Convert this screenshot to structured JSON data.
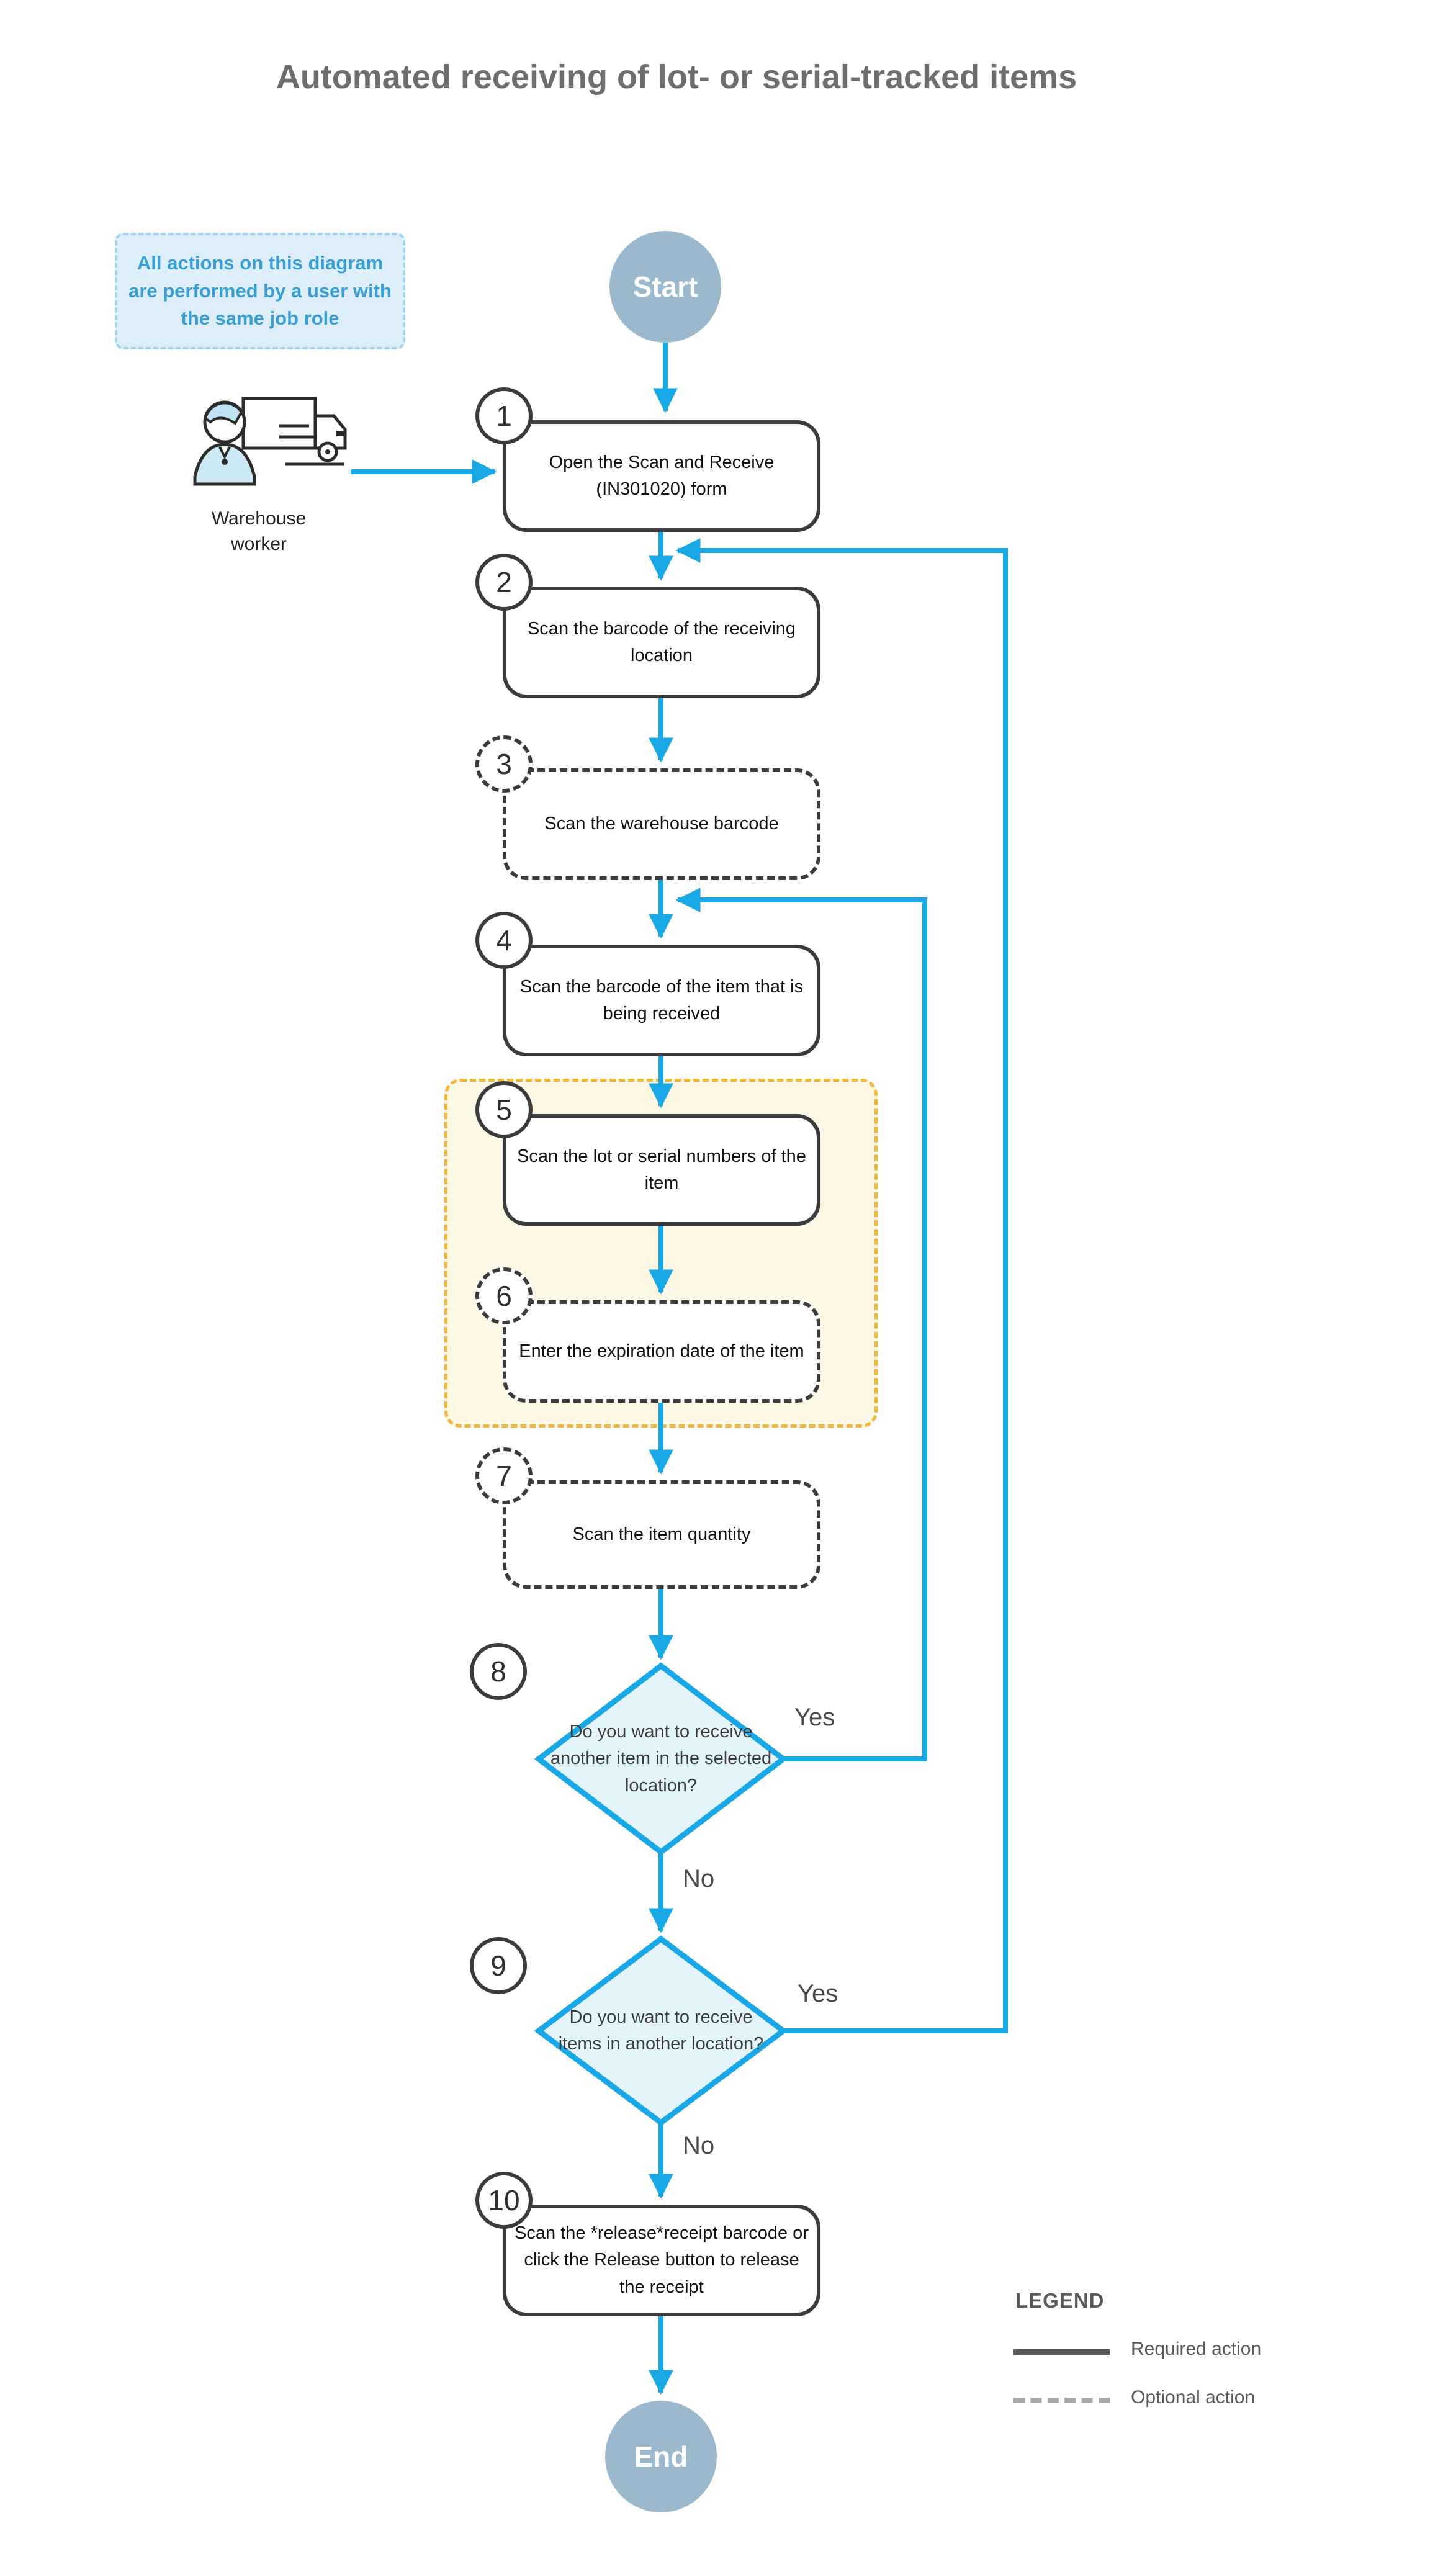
{
  "title": "Automated receiving of lot- or serial-tracked items",
  "note": {
    "text": "All actions on this diagram are performed by a user with the same job role"
  },
  "actor": {
    "label": "Warehouse worker"
  },
  "terminators": {
    "start": "Start",
    "end": "End"
  },
  "steps": [
    {
      "num": "1",
      "text": "Open the Scan and Receive (IN301020) form",
      "type": "required"
    },
    {
      "num": "2",
      "text": "Scan the barcode of the receiving location",
      "type": "required"
    },
    {
      "num": "3",
      "text": "Scan the warehouse barcode",
      "type": "optional"
    },
    {
      "num": "4",
      "text": "Scan the barcode of the item that is being received",
      "type": "required"
    },
    {
      "num": "5",
      "text": "Scan the lot or serial numbers of the item",
      "type": "required"
    },
    {
      "num": "6",
      "text": "Enter the expiration date of the item",
      "type": "optional"
    },
    {
      "num": "7",
      "text": "Scan the item quantity",
      "type": "optional"
    },
    {
      "num": "10",
      "text": "Scan the *release*receipt barcode or click the Release button to release the receipt",
      "type": "required"
    }
  ],
  "decisions": [
    {
      "num": "8",
      "text": "Do you want to receive another item in the selected location?",
      "yes_label": "Yes",
      "no_label": "No"
    },
    {
      "num": "9",
      "text": "Do you want to receive items in another location?",
      "yes_label": "Yes",
      "no_label": "No"
    }
  ],
  "legend": {
    "title": "LEGEND",
    "items": [
      {
        "label": "Required action",
        "style": "solid"
      },
      {
        "label": "Optional action",
        "style": "dashed"
      }
    ]
  },
  "colors": {
    "accent_blue": "#18a8e6",
    "note_bg": "#ddeef8",
    "note_text": "#3a9fd4",
    "terminator_fill": "#9bb8cc",
    "group_bg": "#fdf7e6",
    "group_border": "#f3b73c",
    "diamond_fill": "#e3f4fb",
    "box_border": "#3b3b3b",
    "title_text": "#6d6e71"
  }
}
